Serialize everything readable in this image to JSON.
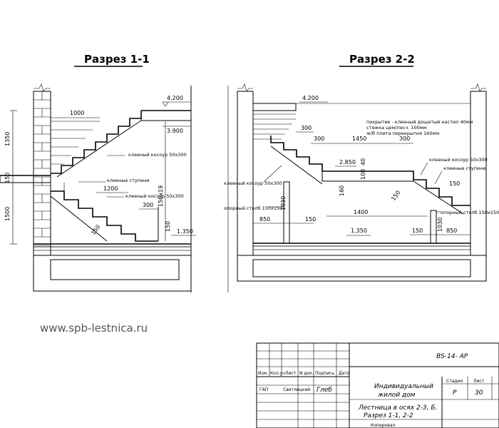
{
  "sections": {
    "s11_title": "Разрез 1-1",
    "s22_title": "Разрез 2-2"
  },
  "s11": {
    "lvl_top": "4.200",
    "lvl_mid": "3.900",
    "lvl_bottom": "1.350",
    "d1000": "1000",
    "d1350": "1350",
    "d150a": "150",
    "d1500": "1500",
    "d1200": "1200",
    "d300": "300",
    "d150b": "150",
    "d150c": "150",
    "d150x19": "150x19",
    "note_kosour1": "клееный косоур 50х300",
    "note_stupeni": "клееные ступени",
    "note_kosour2": "клееный косоур 50х300"
  },
  "s22": {
    "lvl_top": "4.200",
    "lvl_2850": "2.850",
    "lvl_bottom": "1,350",
    "d300a": "300",
    "d300b": "300",
    "d1450": "1450",
    "d300c": "300",
    "d40": "40",
    "d100": "100",
    "d160": "160",
    "d1930": "1930",
    "d1400": "1400",
    "d850a": "850",
    "d150a": "150",
    "d150b": "150",
    "d850b": "850",
    "d150c": "150",
    "d1030": "1030",
    "d150d": "150",
    "note_cover1": "покрытие - клееный дощатый настил 40мм",
    "note_cover2": "стяжка цем/песч. 100мм",
    "note_cover3": "ж/б плита перекрытия 160мм",
    "note_kosour_r": "клееный косоур 50х300",
    "note_stupeni_r": "клееные ступени",
    "note_kosour_l": "клееный косоур 50х300",
    "note_stolb_l": "опорный столб 150х150",
    "note_stolb_r": "опорный столб 150х150"
  },
  "website": "www.spb-lestnica.ru",
  "title_block": {
    "code": "BS-14- АР",
    "h_izm": "Изм.",
    "h_koluch": "Кол.уч",
    "h_list": "Лист",
    "h_ndok": "N док.",
    "h_podpis": "Подпись",
    "h_data": "Дата",
    "gap": "ГАП",
    "person": "Светлицкий",
    "signature": "Глеб",
    "project1": "Индивидуальный",
    "project2": "жилой дом",
    "sheet1": "Лестница в осях 2-3, Б.",
    "sheet2": "Разрез 1-1, 2-2",
    "h_stadiya": "Стадия",
    "h_list2": "Лист",
    "stadiya": "Р",
    "list_no": "30",
    "kopiroval": "Копировал"
  }
}
